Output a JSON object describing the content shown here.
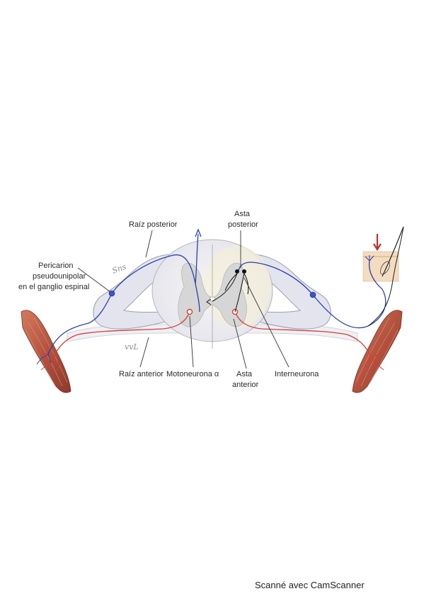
{
  "labels": {
    "raiz_posterior": "Raíz posterior",
    "asta_posterior_1": "Asta",
    "asta_posterior_2": "posterior",
    "pericarion_1": "Pericarion",
    "pericarion_2": "pseudounipolar",
    "pericarion_3": "en el ganglio espinal",
    "raiz_anterior": "Raíz anterior",
    "motoneurona": "Motoneurona α",
    "asta_anterior_1": "Asta",
    "asta_anterior_2": "anterior",
    "interneurona": "Interneurona"
  },
  "annotations": {
    "handwritten_top": "Sns",
    "handwritten_bottom": "vvL"
  },
  "footer": {
    "watermark": "Scanné avec CamScanner"
  },
  "colors": {
    "sensory": "#2a3fb0",
    "motor": "#d0403a",
    "grey_matter": "#d6d6d6",
    "white_matter": "#ececf2",
    "muscle": "#c0604a",
    "skin": "#f3dcc0"
  }
}
